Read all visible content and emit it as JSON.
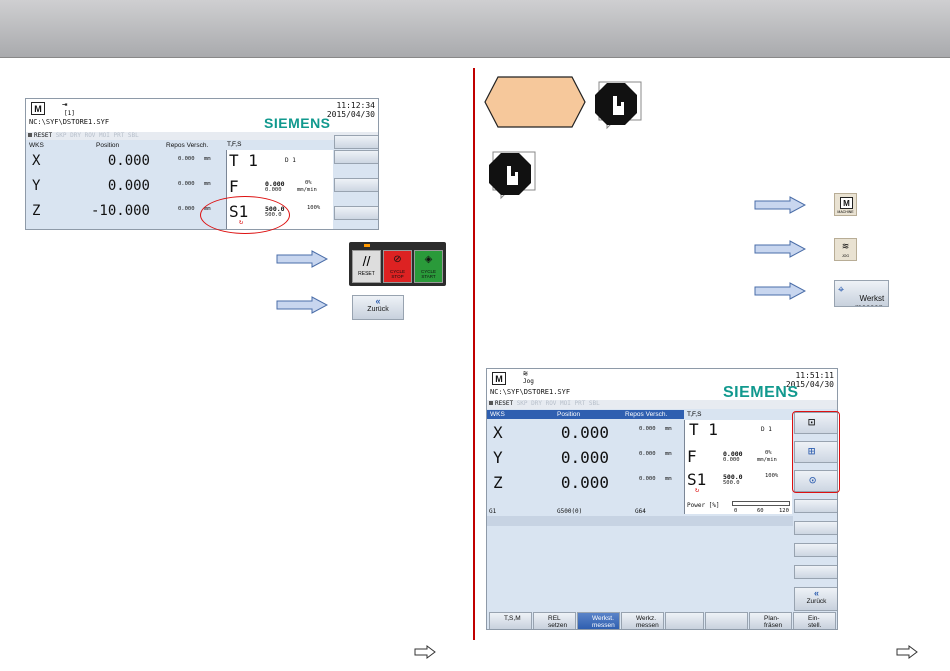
{
  "s1": {
    "time": "11:12:34",
    "date": "2015/04/30",
    "channel": "[1]",
    "path": "NC:\\SYF\\DSTORE1.SYF",
    "status": "RESET",
    "brand": "SIEMENS",
    "cols": {
      "wks": "WKS",
      "pos": "Position",
      "repos": "Repos Versch.",
      "tfs": "T,F,S"
    },
    "axes": [
      {
        "name": "X",
        "value": "0.000",
        "repos": "0.000",
        "unit": "mm"
      },
      {
        "name": "Y",
        "value": "0.000",
        "repos": "0.000",
        "unit": "mm"
      },
      {
        "name": "Z",
        "value": "-10.000",
        "repos": "0.000",
        "unit": "mm"
      }
    ],
    "t": "T 1",
    "d": "D 1",
    "f": "F",
    "f_val1": "0.000",
    "f_val2": "0.000",
    "f_pct": "0%",
    "f_unit": "mm/min",
    "s": "S1",
    "s_val1": "500.0",
    "s_val2": "500.0",
    "s_pct": "100%"
  },
  "panel1": {
    "reset": "RESET",
    "cstop": "CYCLE STOP",
    "cstart": "CYCLE START",
    "zurueck": "Zurück"
  },
  "right": {
    "machine": "MACHINE",
    "jog": "JOG",
    "werkst": "Werkst\nmessen"
  },
  "s2": {
    "time": "11:51:11",
    "date": "2015/04/30",
    "mode": "Jog",
    "path": "NC:\\SYF\\DSTORE1.SYF",
    "status": "RESET",
    "brand": "SIEMENS",
    "cols": {
      "wks": "WKS",
      "pos": "Position",
      "repos": "Repos Versch.",
      "tfs": "T,F,S"
    },
    "axes": [
      {
        "name": "X",
        "value": "0.000",
        "repos": "0.000",
        "unit": "mm"
      },
      {
        "name": "Y",
        "value": "0.000",
        "repos": "0.000",
        "unit": "mm"
      },
      {
        "name": "Z",
        "value": "0.000",
        "repos": "0.000",
        "unit": "mm"
      }
    ],
    "t": "T 1",
    "d": "D 1",
    "f": "F",
    "f_val1": "0.000",
    "f_val2": "0.000",
    "f_pct": "0%",
    "f_unit": "mm/min",
    "s": "S1",
    "s_val1": "500.0",
    "s_val2": "500.0",
    "s_pct": "100%",
    "g1": "G1",
    "g2": "G500(0)",
    "g3": "G64",
    "power": "Power  [%]",
    "p0": "0",
    "p60": "60",
    "p120": "120",
    "zurueck": "Zurück",
    "hsoft": [
      "T,S,M",
      "REL\nsetzen",
      "Werkst.\nmessen",
      "Werkz.\nmessen",
      "",
      "",
      "Plan-\nfräsen",
      "Ein-\nstell."
    ]
  }
}
